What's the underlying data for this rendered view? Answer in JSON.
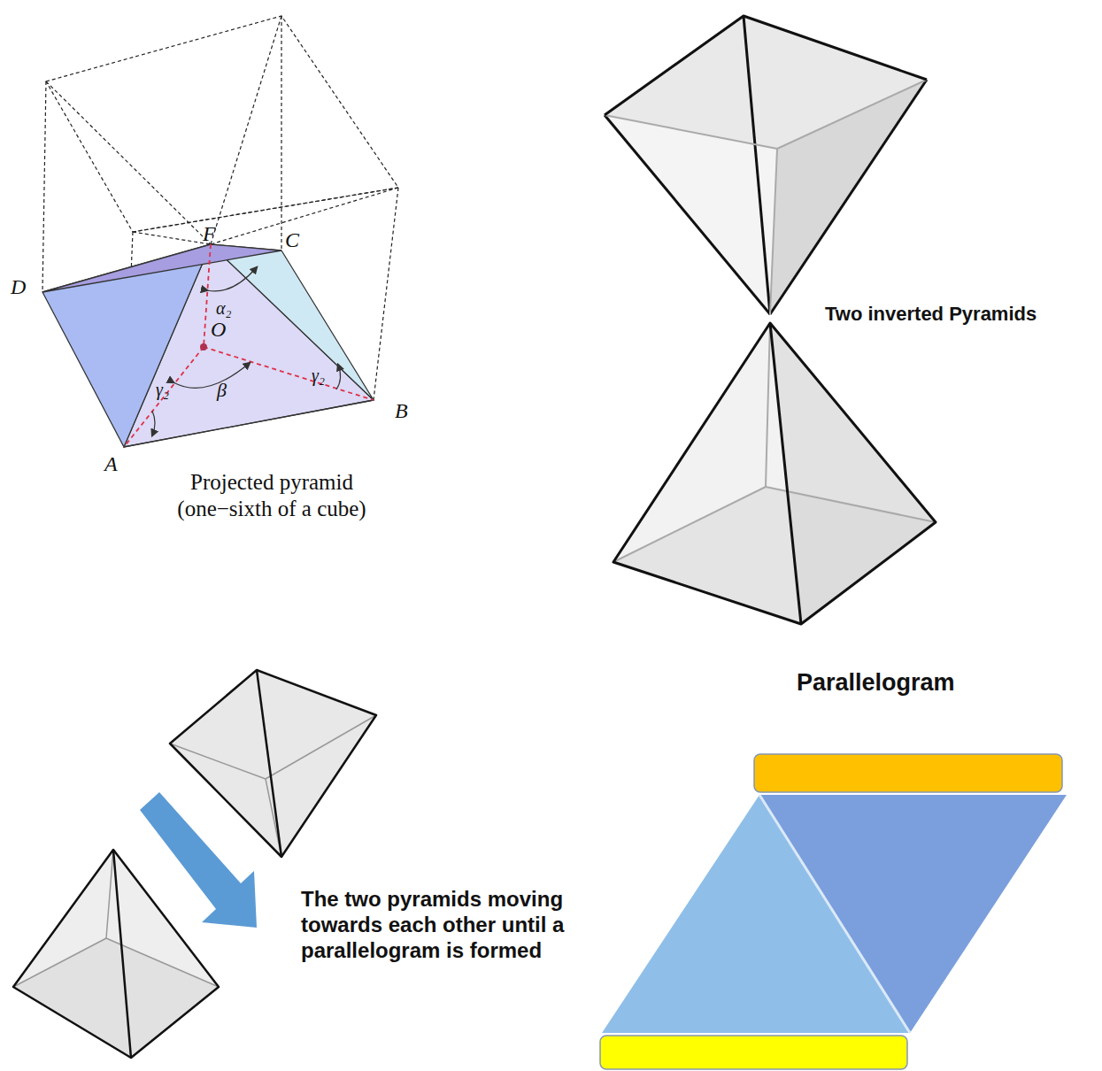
{
  "diagram": {
    "labels": [
      "F",
      "C",
      "D",
      "α₂",
      "O",
      "γ₂",
      "β",
      "γ₂",
      "B",
      "A",
      "Projected pyramid (one−sixth of a cube)",
      "Two inverted Pyramids",
      "The two pyramids moving towards each other until a parallelogram is formed",
      "Parallelogram"
    ]
  }
}
